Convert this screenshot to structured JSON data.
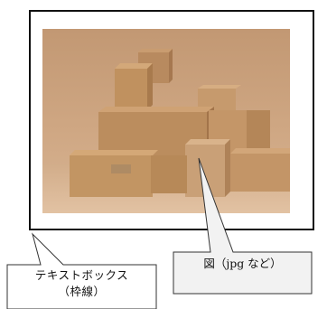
{
  "textbox_callout": {
    "line1": "テキストボックス",
    "line2": "（枠線）"
  },
  "figure_callout": {
    "label": "図（jpg など）"
  },
  "colors": {
    "frame_border": "#111111",
    "callout_fill": "#f2f2f2",
    "callout_stroke": "#333333",
    "photo_background": "#c9a07c"
  },
  "photo_subject": "stack-of-cardboard-boxes"
}
